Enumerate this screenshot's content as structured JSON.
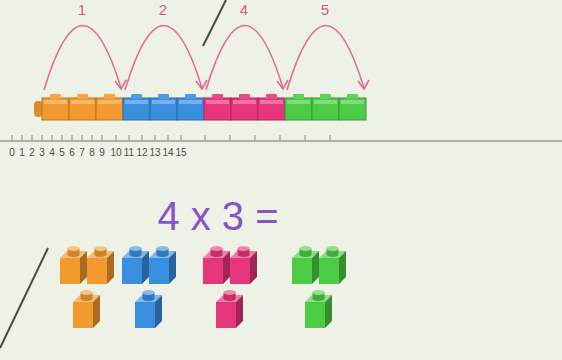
{
  "diagram": {
    "labels": [
      "1",
      "2",
      "4",
      "5",
      "0",
      "1",
      "2",
      "3",
      "4",
      "5",
      "6",
      "7",
      "8",
      "9",
      "10",
      "11",
      "12",
      "13",
      "14",
      "15",
      "4 x 3 ="
    ]
  }
}
